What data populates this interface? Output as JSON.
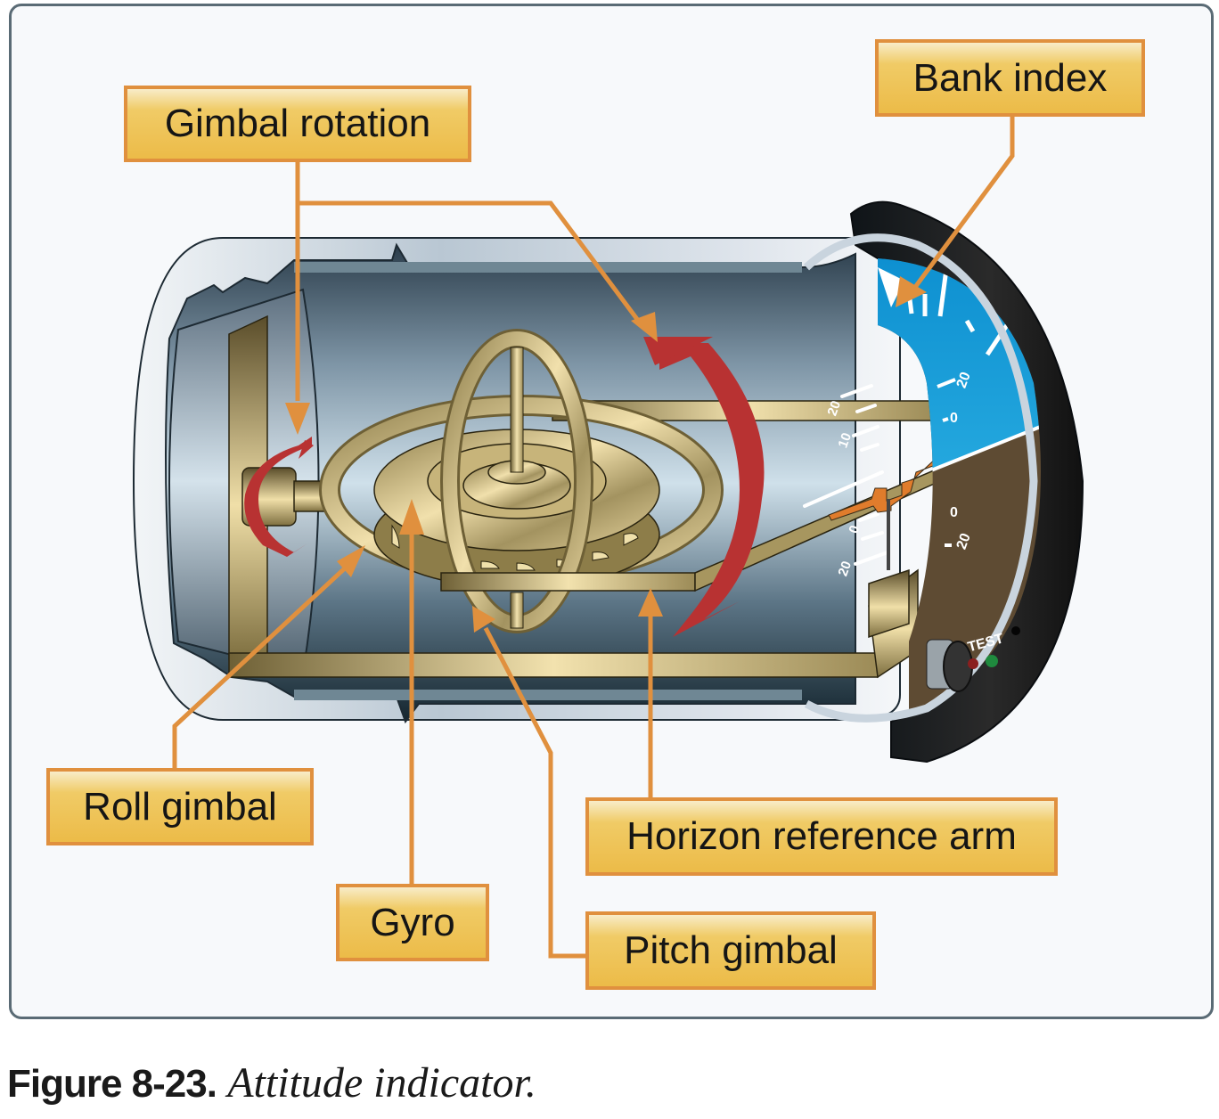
{
  "figure": {
    "number": "Figure 8-23.",
    "title": "Attitude indicator."
  },
  "callouts": {
    "gimbal_rotation": "Gimbal rotation",
    "bank_index": "Bank index",
    "roll_gimbal": "Roll gimbal",
    "gyro": "Gyro",
    "pitch_gimbal": "Pitch gimbal",
    "horizon_reference_arm": "Horizon reference arm"
  },
  "instrument": {
    "pitch_scale_inner": [
      "20",
      "10",
      "0",
      "20"
    ],
    "pitch_scale_face_upper": [
      "20",
      "0"
    ],
    "pitch_scale_face_lower": [
      "0",
      "20"
    ],
    "test_button_label": "TEST"
  },
  "colors": {
    "callout_border": "#e0903e",
    "callout_fill": "#ecbb48",
    "leader_line": "#e0903e",
    "rotation_arrow": "#b83232",
    "sky": "#1a9fd6",
    "ground": "#5e4b33",
    "brass": "#d8c58e",
    "bezel": "#1e1e1e"
  }
}
